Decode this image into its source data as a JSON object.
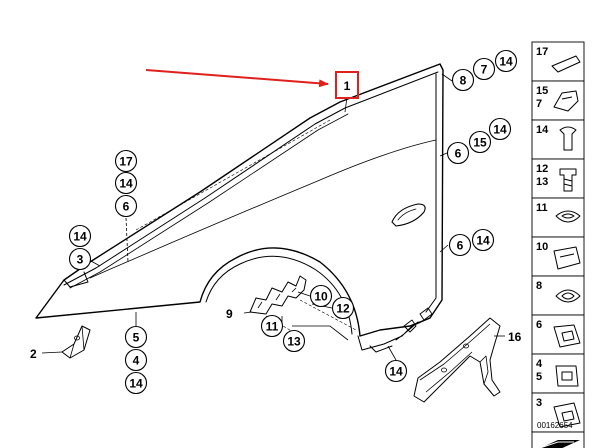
{
  "diagram": {
    "highlight_label": "1",
    "highlight_color": "#e0201c",
    "arrow_color": "#e0201c",
    "callouts": [
      "2",
      "3",
      "4",
      "5",
      "6",
      "6",
      "6",
      "7",
      "8",
      "9",
      "10",
      "11",
      "12",
      "13",
      "14",
      "14",
      "14",
      "14",
      "14",
      "14",
      "14",
      "14",
      "14",
      "15",
      "16",
      "17"
    ],
    "side_panel": [
      {
        "labels": [
          "17"
        ]
      },
      {
        "labels": [
          "15",
          "7"
        ]
      },
      {
        "labels": [
          "14"
        ]
      },
      {
        "labels": [
          "12",
          "13"
        ]
      },
      {
        "labels": [
          "11"
        ]
      },
      {
        "labels": [
          "10"
        ]
      },
      {
        "labels": [
          "8"
        ]
      },
      {
        "labels": [
          "6"
        ]
      },
      {
        "labels": [
          "4",
          "5"
        ]
      },
      {
        "labels": [
          "3"
        ]
      }
    ],
    "diagram_id": "00162654"
  }
}
